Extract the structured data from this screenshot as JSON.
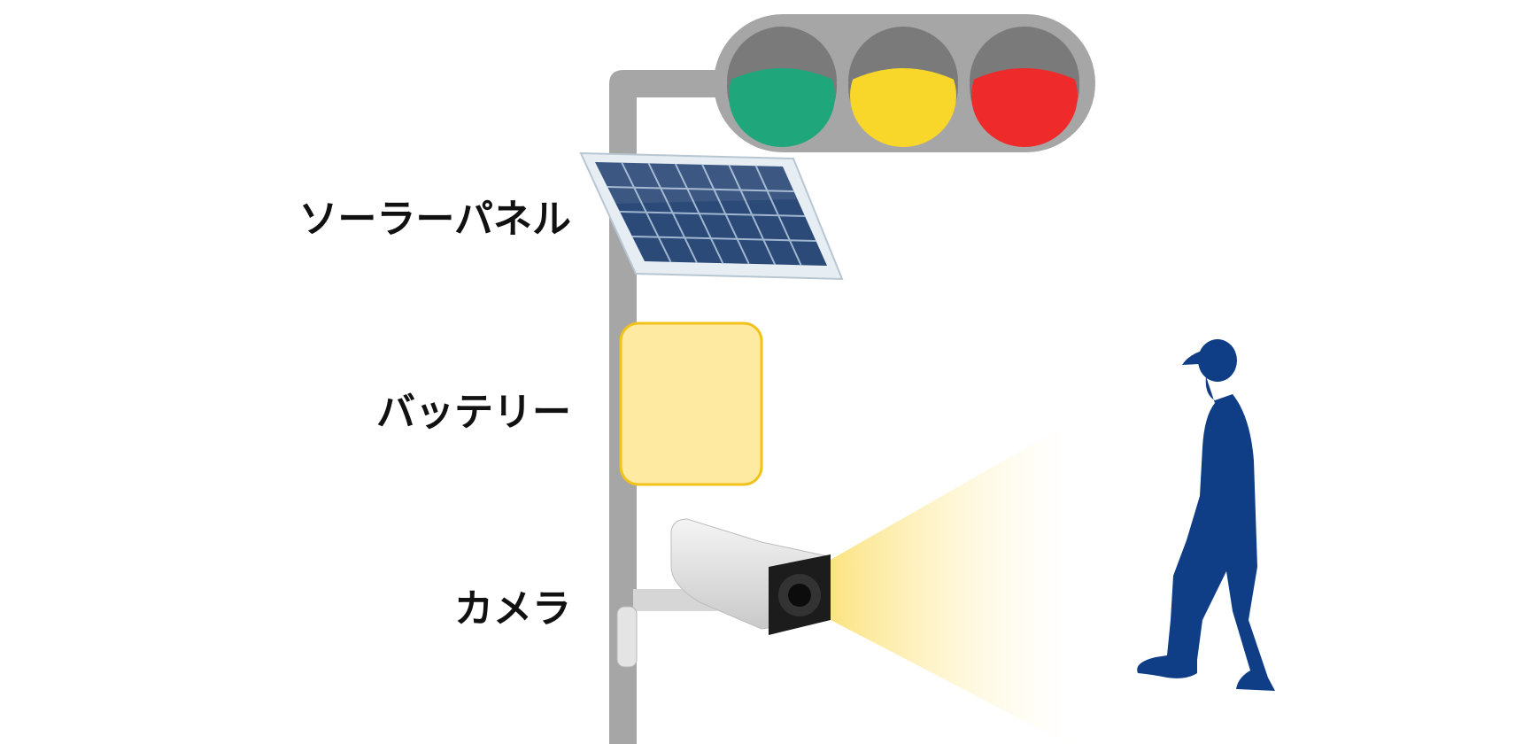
{
  "labels": {
    "solar_panel": "ソーラーパネル",
    "battery": "バッテリー",
    "camera": "カメラ"
  },
  "colors": {
    "pole": "#a6a6a6",
    "signal_green": "#1fa67a",
    "signal_yellow": "#f8d62a",
    "signal_red": "#ee2a2a",
    "battery_fill": "#feeba1",
    "battery_border": "#f2c21a",
    "person": "#0f3e86",
    "solar_cell": "#2c4a78"
  }
}
